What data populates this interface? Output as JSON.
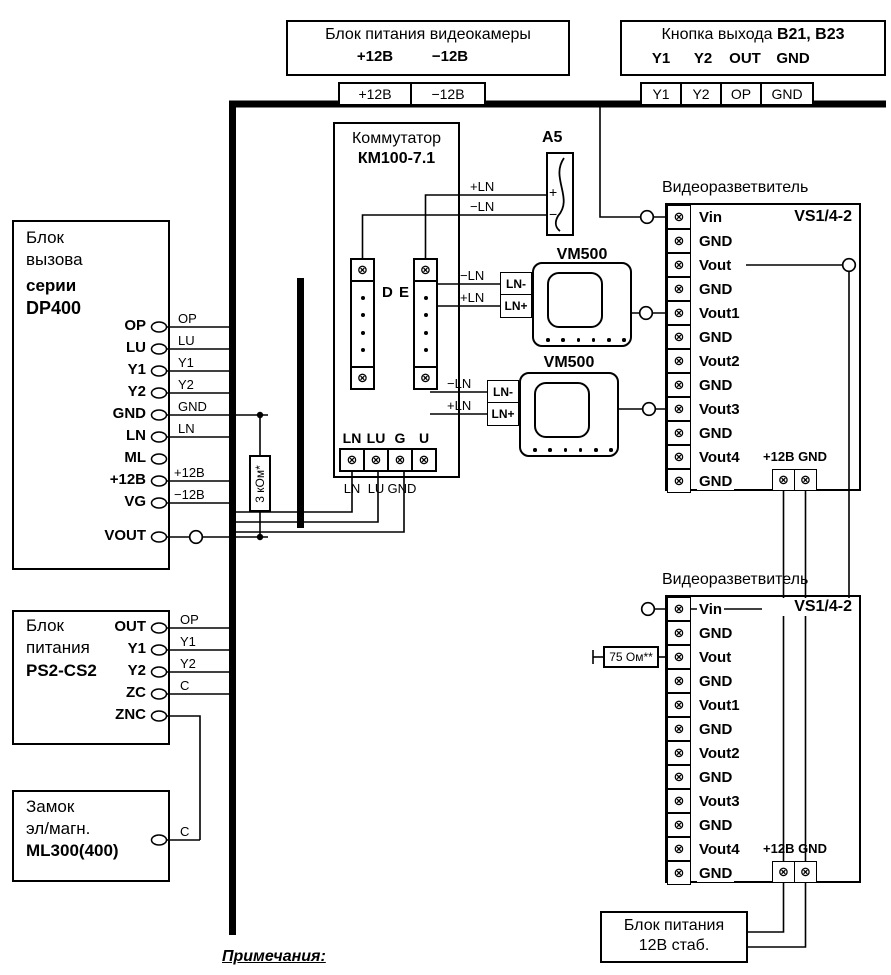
{
  "camera_psu": {
    "title": "Блок питания видеокамеры",
    "pins": [
      "+12В",
      "−12В"
    ],
    "terminals": [
      "+12В",
      "−12В"
    ]
  },
  "exit_button": {
    "title": "Кнопка выхода",
    "title_models": "В21, В23",
    "pins": [
      "Y1",
      "Y2",
      "OUT",
      "GND"
    ],
    "terminals": [
      "Y1",
      "Y2",
      "OP",
      "GND"
    ]
  },
  "commutator": {
    "title": "Коммутатор",
    "model": "КМ100-7.1",
    "columns": [
      "D",
      "E"
    ],
    "pins": [
      "LN",
      "LU",
      "G",
      "U"
    ],
    "wire_labels": [
      "LN",
      "LU",
      "GND"
    ]
  },
  "a5": {
    "label": "А5",
    "plus": "+",
    "minus": "−"
  },
  "ln_wires": {
    "plus": "+LN",
    "minus": "−LN"
  },
  "vm500_1": {
    "label": "VM500",
    "terminals": [
      "LN-",
      "LN+"
    ]
  },
  "vm500_2": {
    "label": "VM500",
    "terminals": [
      "LN-",
      "LN+"
    ]
  },
  "splitter1": {
    "header": "Видеоразветвитель",
    "model": "VS1/4-2",
    "terminals": [
      "Vin",
      "GND",
      "Vout",
      "GND",
      "Vout1",
      "GND",
      "Vout2",
      "GND",
      "Vout3",
      "GND",
      "Vout4",
      "GND"
    ],
    "power": "+12В GND"
  },
  "splitter2": {
    "header": "Видеоразветвитель",
    "model": "VS1/4-2",
    "terminals": [
      "Vin",
      "GND",
      "Vout",
      "GND",
      "Vout1",
      "GND",
      "Vout2",
      "GND",
      "Vout3",
      "GND",
      "Vout4",
      "GND"
    ],
    "power": "+12В GND"
  },
  "dp400": {
    "lines": [
      "Блок",
      "вызова",
      "серии",
      "DP400"
    ],
    "terminals": [
      "OP",
      "LU",
      "Y1",
      "Y2",
      "GND",
      "LN",
      "ML",
      "+12В",
      "VG",
      "VOUT"
    ],
    "wires": [
      "OP",
      "LU",
      "Y1",
      "Y2",
      "GND",
      "LN",
      "+12В",
      "−12В"
    ]
  },
  "ps2": {
    "lines": [
      "Блок",
      "питания",
      "PS2-CS2"
    ],
    "terminals": [
      "OUT",
      "Y1",
      "Y2",
      "ZC",
      "ZNC"
    ],
    "wires": [
      "OP",
      "Y1",
      "Y2",
      "C"
    ]
  },
  "lock": {
    "lines": [
      "Замок",
      "эл/магн.",
      "ML300(400)"
    ],
    "wire": "C"
  },
  "resistor_3k": {
    "label": "3 кОм*"
  },
  "resistor_75": {
    "label": "75 Ом**"
  },
  "psu12": {
    "lines": [
      "Блок питания",
      "12В стаб."
    ]
  },
  "notes": "Примечания:",
  "icons": {
    "screw_terminal": "⊗"
  }
}
